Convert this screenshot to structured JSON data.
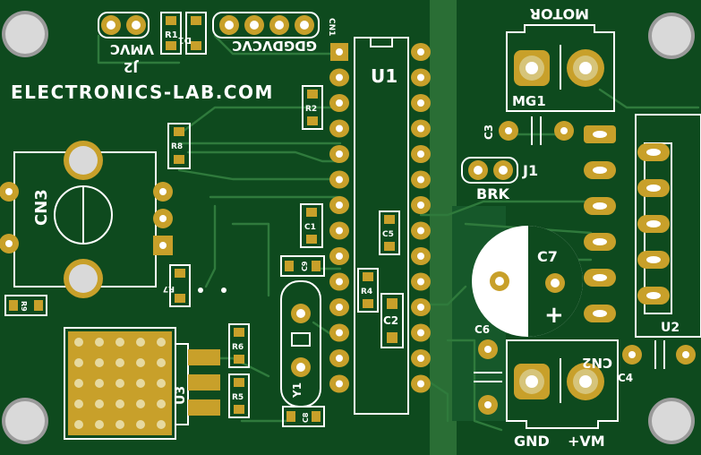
{
  "board": {
    "brand": "ELECTRONICS-LAB.COM"
  },
  "labels": {
    "u1": "U1",
    "u2": "U2",
    "u3": "U3",
    "cn1": "CN1",
    "cn1_pins": "GDGDVCVC",
    "cn2": "CN2",
    "cn3": "CN3",
    "j1": "J1",
    "j2": "J2",
    "j2_pins": "VMVC",
    "mg1": "MG1",
    "motor": "MOTOR",
    "brk": "BRK",
    "gnd": "GND",
    "vm": "+VM",
    "y1": "Y1",
    "c1": "C1",
    "c2": "C2",
    "c3": "C3",
    "c4": "C4",
    "c5": "C5",
    "c6": "C6",
    "c7": "C7",
    "c7_plus": "+",
    "c8": "C8",
    "c9": "C9",
    "r1": "R1",
    "r2": "R2",
    "r4": "R4",
    "r5": "R5",
    "r6": "R6",
    "r7": "R7",
    "r8": "R8",
    "r9": "R9",
    "d1": "D1"
  },
  "colors": {
    "board": "#0e4a1e",
    "copper": "#2a6e35",
    "trace": "#2f7a3c",
    "pad": "#c8a02a",
    "silkscreen": "#ffffff"
  }
}
